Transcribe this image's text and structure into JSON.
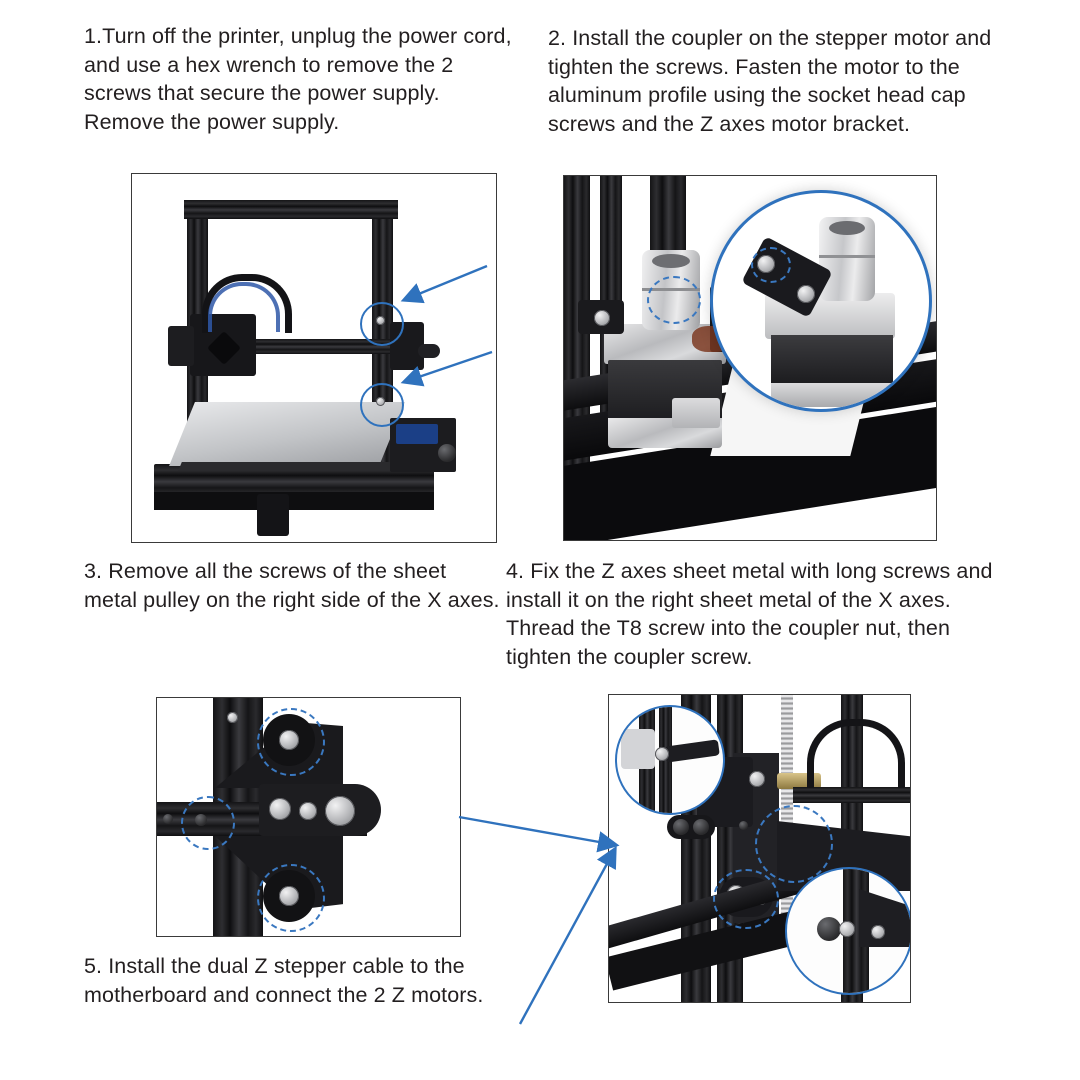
{
  "document": {
    "type": "assembly-instruction-sheet",
    "background_color": "#ffffff",
    "text_color": "#231f20",
    "accent_color": "#2f72bd"
  },
  "steps": [
    {
      "number": "1",
      "text": "1.Turn off the printer, unplug the power cord, and use a hex wrench to remove the 2 screws that secure the power supply.\nRemove the power supply.",
      "figure": {
        "name": "figure-printer-full",
        "caption_position": "above",
        "subject": "3D printer full view with power supply screws highlighted",
        "annotations": [
          {
            "type": "circle",
            "style": "solid",
            "color": "#2f72bd"
          },
          {
            "type": "circle",
            "style": "solid",
            "color": "#2f72bd"
          },
          {
            "type": "arrow",
            "color": "#2f72bd",
            "direction": "down-left"
          },
          {
            "type": "arrow",
            "color": "#2f72bd",
            "direction": "down-left"
          }
        ]
      }
    },
    {
      "number": "2",
      "text": "2. Install the coupler on the stepper motor and tighten the screws. Fasten the motor to the aluminum profile using the socket head cap screws and the Z axes motor bracket.",
      "figure": {
        "name": "figure-stepper-coupler",
        "caption_position": "above",
        "subject": "Z axis stepper motor with coupler mounted on aluminum profile, with circular magnified inset",
        "annotations": [
          {
            "type": "circle-inset",
            "style": "solid",
            "color": "#2f72bd"
          },
          {
            "type": "circle",
            "style": "dashed",
            "color": "#3a78c0"
          }
        ]
      }
    },
    {
      "number": "3",
      "text": "3. Remove all the screws of the sheet metal pulley on the right side of the X axes.",
      "figure": {
        "name": "figure-sheet-metal-pulley",
        "caption_position": "above",
        "subject": "Sheet metal pulley bracket on X axis right side with screws circled",
        "annotations": [
          {
            "type": "circle",
            "style": "dashed",
            "color": "#3a78c0"
          },
          {
            "type": "circle",
            "style": "dashed",
            "color": "#3a78c0"
          },
          {
            "type": "circle",
            "style": "dashed",
            "color": "#3a78c0"
          }
        ]
      }
    },
    {
      "number": "4",
      "text": "4. Fix the Z axes sheet metal with long screws and install it on the right sheet metal of the X axes. Thread the T8 screw into the coupler nut, then tighten the coupler screw.",
      "figure": {
        "name": "figure-z-axis-assembly",
        "caption_position": "above",
        "subject": "Z axis sheet metal assembled with T8 lead screw, two circular magnified insets",
        "annotations": [
          {
            "type": "circle-inset",
            "style": "solid",
            "color": "#2f72bd"
          },
          {
            "type": "circle-inset",
            "style": "solid",
            "color": "#2f72bd"
          },
          {
            "type": "circle",
            "style": "dashed",
            "color": "#3a78c0"
          }
        ]
      }
    },
    {
      "number": "5",
      "text": "5. Install the dual Z stepper cable to the motherboard and connect the 2 Z motors.",
      "figure": null
    }
  ],
  "connectors": [
    {
      "name": "connector-fig3-to-fig4",
      "from": "figure-sheet-metal-pulley",
      "to": "figure-z-axis-assembly",
      "color": "#2f72bd",
      "style": "arrow"
    },
    {
      "name": "connector-step5-to-fig4",
      "from": "step-5-text",
      "to": "figure-z-axis-assembly",
      "color": "#2f72bd",
      "style": "arrow"
    }
  ]
}
